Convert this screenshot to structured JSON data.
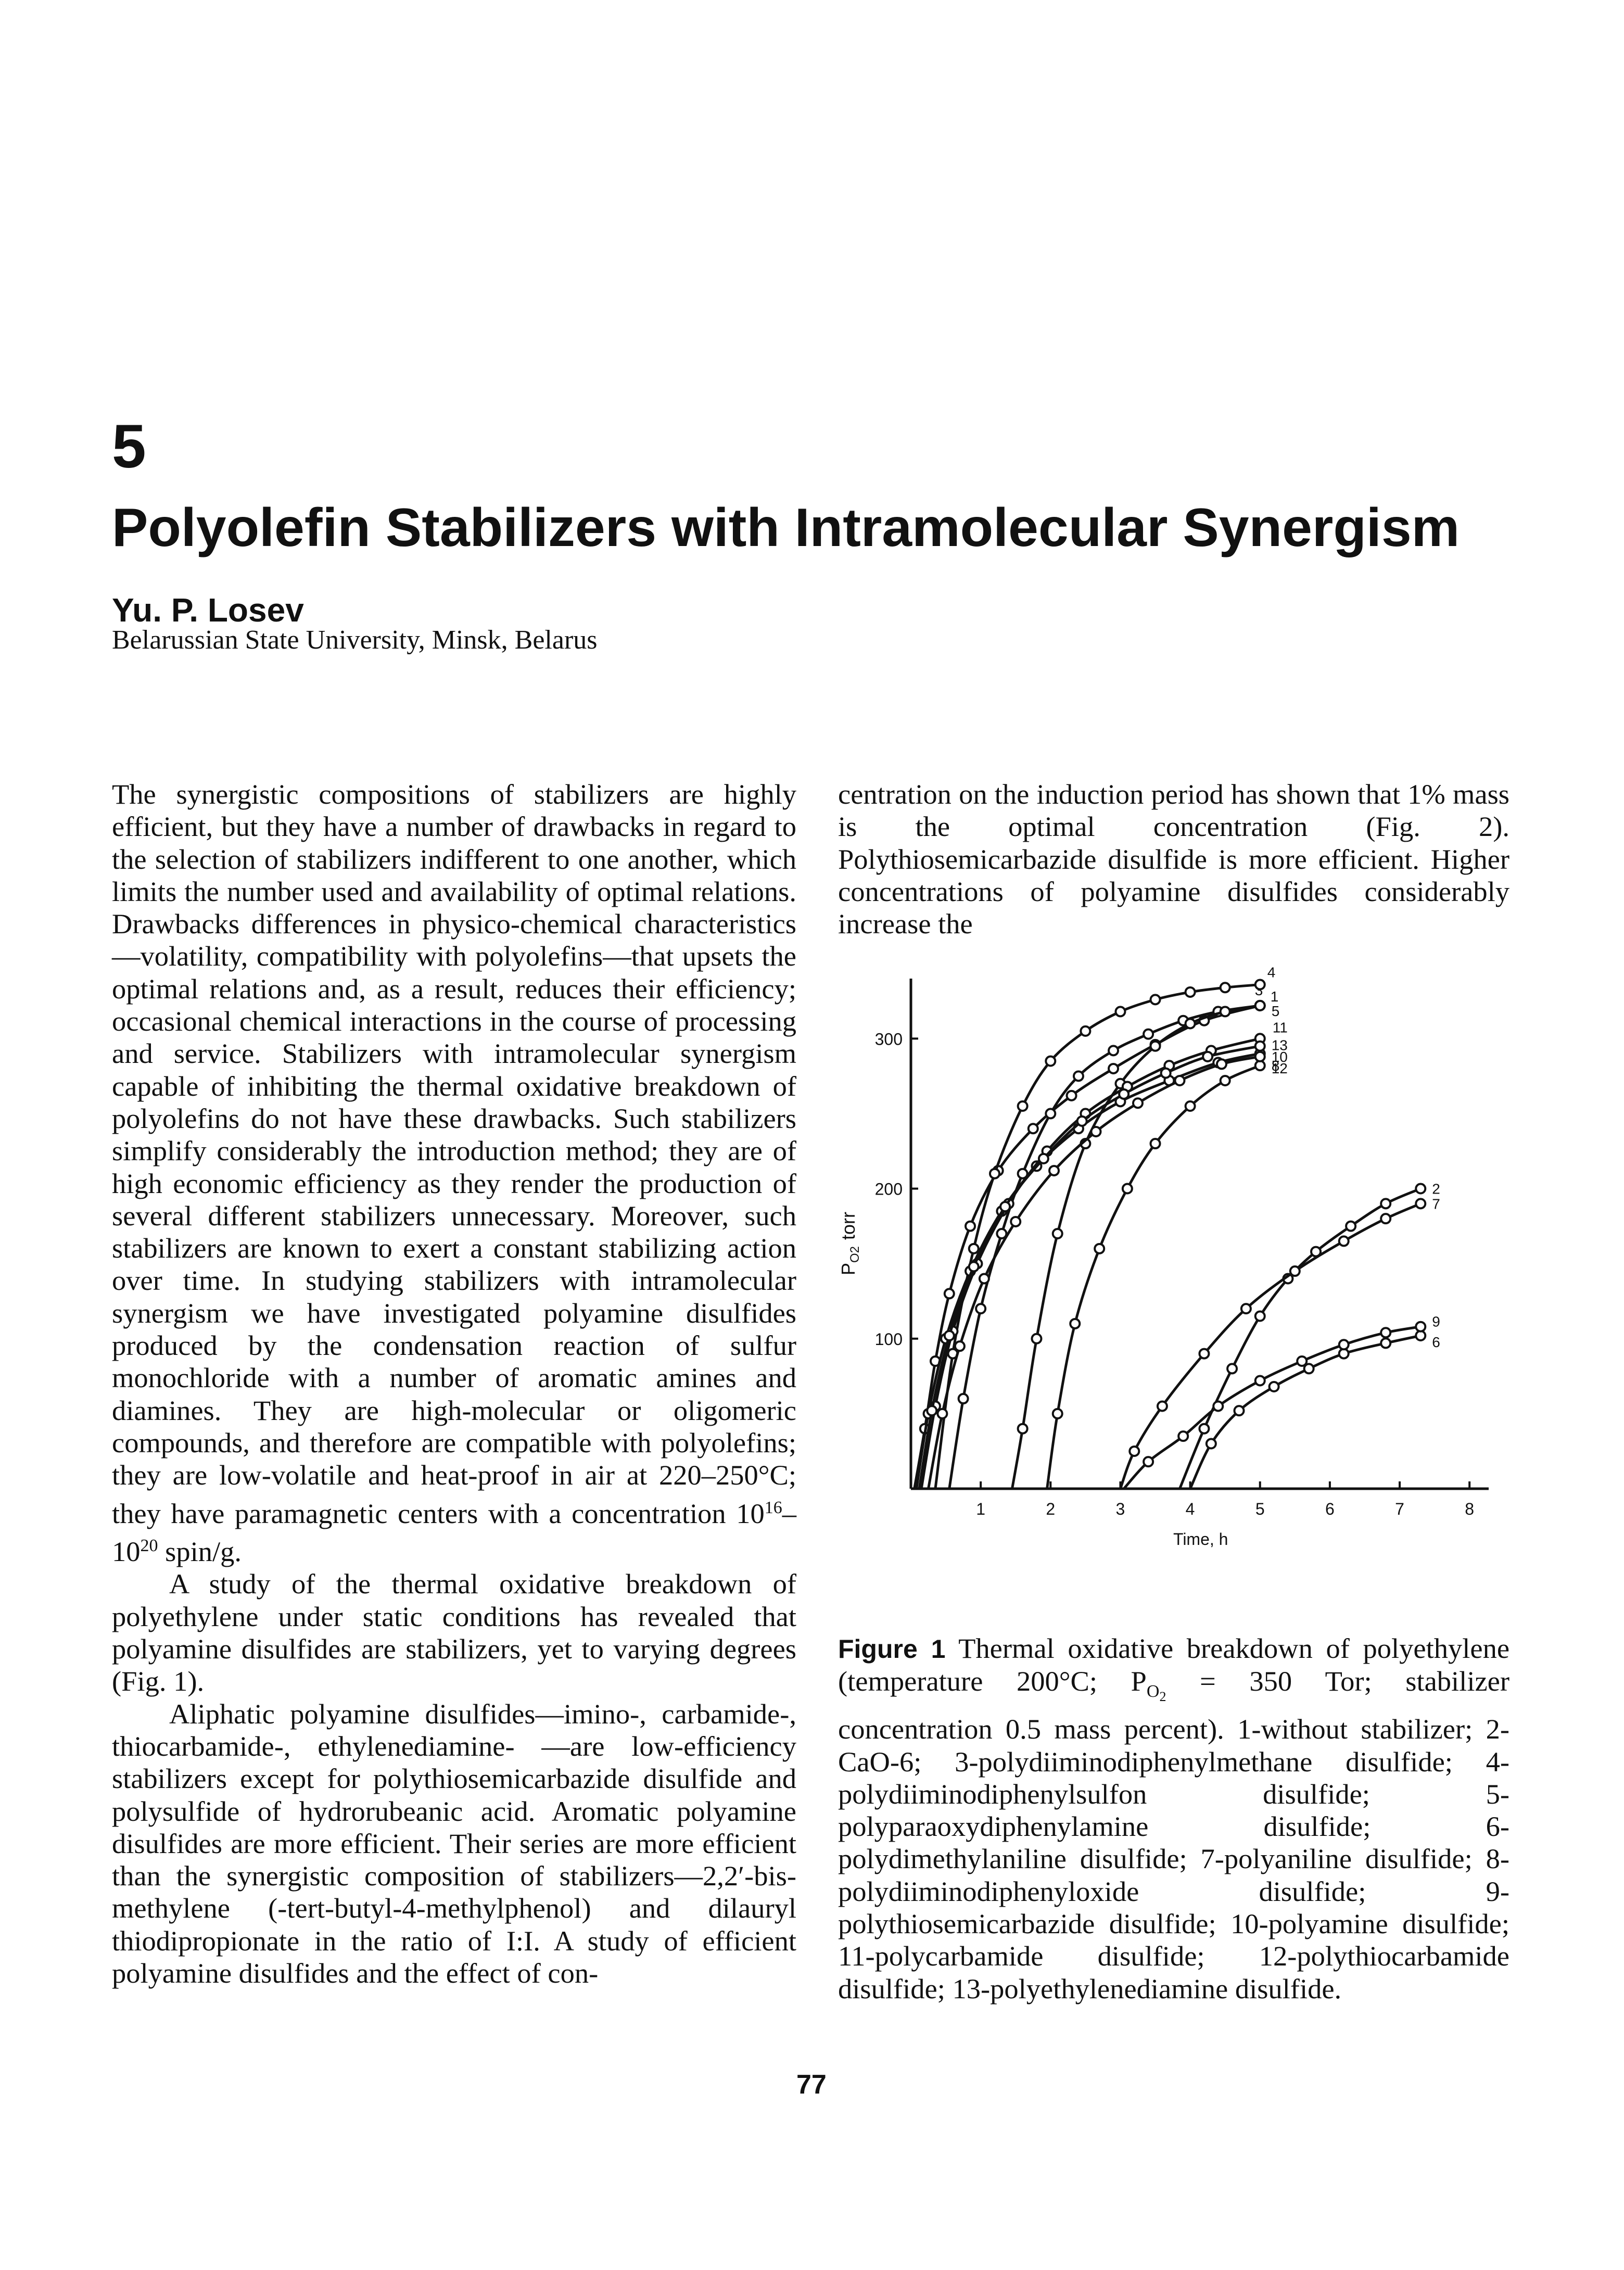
{
  "header": {
    "chapter_number": "5",
    "title": "Polyolefin Stabilizers with Intramolecular Synergism",
    "author": "Yu. P. Losev",
    "affiliation": "Belarussian State University, Minsk, Belarus"
  },
  "left_column": {
    "p1": "The synergistic compositions of stabilizers are highly efficient, but they have a number of drawbacks in regard to the selection of stabilizers indifferent to one another, which limits the number used and availability of optimal relations. Drawbacks differences in physico-chemical characteristics—volatility, compatibility with polyolefins—that upsets the optimal relations and, as a result, reduces their efficiency; occasional chemical interactions in the course of processing and service. Stabilizers with intramolecular synergism capable of inhibiting the thermal oxidative breakdown of polyolefins do not have these drawbacks. Such stabilizers simplify considerably the introduction method; they are of high economic efficiency as they render the production of several different stabilizers unnecessary. Moreover, such stabilizers are known to exert a constant stabilizing action over time. In studying stabilizers with intramolecular synergism we have investigated polyamine disulfides produced by the condensation reaction of sulfur monochloride with a number of aromatic amines and diamines. They are high-molecular or oligomeric compounds, and therefore are compatible with polyolefins; they are low-volatile and heat-proof in air at 220–250°C; they have paramagnetic centers with a concentration ",
    "p1_sup1": "16",
    "p1_dash": "–10",
    "p1_sup2": "20",
    "p1_end": " spin/g.",
    "p1_base": "10",
    "p2": "A study of the thermal oxidative breakdown of polyethylene under static conditions has revealed that polyamine disulfides are stabilizers, yet to varying degrees (Fig. 1).",
    "p3": "Aliphatic polyamine disulfides—imino-, carbamide-, thiocarbamide-, ethylenediamine- —are low-efficiency stabilizers except for polythiosemicarbazide disulfide and polysulfide of hydrorubeanic acid. Aromatic polyamine disulfides are more efficient. Their series are more efficient than the synergistic composition of stabilizers—2,2′-bis-methylene (-tert-butyl-4-methylphenol) and dilauryl thiodipropionate in the ratio of I:I. A study of efficient polyamine disulfides and the effect of con-"
  },
  "right_column": {
    "p1": "centration on the induction period has shown that 1% mass is the optimal concentration (Fig. 2). Polythiosemicarbazide disulfide is more efficient. Higher concentrations of polyamine disulfides considerably increase the"
  },
  "figure": {
    "label": "Figure 1",
    "caption_a": " Thermal oxidative breakdown of polyethylene (temperature 200°C; P",
    "caption_sub": "O",
    "caption_sub2": "2",
    "caption_b": " = 350 Tor; stabilizer concentration 0.5 mass percent). 1-without stabilizer; 2-CaO-6; 3-polydiiminodiphenylmethane disulfide; 4-polydiiminodiphenylsulfon disulfide; 5-polyparaoxydiphenylamine disulfide; 6-polydimethylaniline disulfide; 7-polyaniline disulfide; 8-polydiiminodiphenyloxide disulfide; 9-polythiosemicarbazide disulfide; 10-polyamine disulfide; 11-polycarbamide disulfide; 12-polythiocarbamide disulfide; 13-polyethylenediamine disulfide."
  },
  "page_number": "77",
  "chart_data": {
    "type": "line",
    "xlabel": "Time, h",
    "ylabel": "P",
    "ylabel_sub": "O2",
    "ylabel_unit": "torr",
    "xlim": [
      0,
      8.2
    ],
    "ylim": [
      0,
      340
    ],
    "x_ticks": [
      "1",
      "2",
      "3",
      "4",
      "5",
      "6",
      "7",
      "8"
    ],
    "y_ticks": [
      "100",
      "200",
      "300"
    ],
    "series": [
      {
        "name": "1",
        "points": [
          [
            0.05,
            0
          ],
          [
            0.2,
            40
          ],
          [
            0.35,
            85
          ],
          [
            0.55,
            130
          ],
          [
            0.85,
            175
          ],
          [
            1.25,
            212
          ],
          [
            1.75,
            240
          ],
          [
            2.3,
            262
          ],
          [
            2.9,
            280
          ],
          [
            3.5,
            296
          ],
          [
            4.2,
            312
          ],
          [
            5.0,
            322
          ]
        ]
      },
      {
        "name": "2",
        "points": [
          [
            3.85,
            0
          ],
          [
            4.2,
            40
          ],
          [
            4.6,
            80
          ],
          [
            5.0,
            115
          ],
          [
            5.4,
            140
          ],
          [
            5.8,
            158
          ],
          [
            6.3,
            175
          ],
          [
            6.8,
            190
          ],
          [
            7.3,
            200
          ]
        ]
      },
      {
        "name": "3",
        "points": [
          [
            0.55,
            0
          ],
          [
            0.75,
            60
          ],
          [
            1.0,
            120
          ],
          [
            1.3,
            170
          ],
          [
            1.6,
            210
          ],
          [
            2.0,
            250
          ],
          [
            2.4,
            275
          ],
          [
            2.9,
            292
          ],
          [
            3.4,
            303
          ],
          [
            3.9,
            312
          ],
          [
            4.4,
            318
          ],
          [
            5.0,
            322
          ]
        ]
      },
      {
        "name": "4",
        "points": [
          [
            0.35,
            0
          ],
          [
            0.6,
            90
          ],
          [
            0.9,
            160
          ],
          [
            1.2,
            210
          ],
          [
            1.6,
            255
          ],
          [
            2.0,
            285
          ],
          [
            2.5,
            305
          ],
          [
            3.0,
            318
          ],
          [
            3.5,
            326
          ],
          [
            4.0,
            331
          ],
          [
            4.5,
            334
          ],
          [
            5.0,
            336
          ]
        ]
      },
      {
        "name": "5",
        "points": [
          [
            1.45,
            0
          ],
          [
            1.6,
            40
          ],
          [
            1.8,
            100
          ],
          [
            2.1,
            170
          ],
          [
            2.5,
            230
          ],
          [
            3.0,
            270
          ],
          [
            3.5,
            295
          ],
          [
            4.0,
            310
          ],
          [
            4.5,
            318
          ],
          [
            5.0,
            322
          ]
        ]
      },
      {
        "name": "6",
        "points": [
          [
            4.0,
            0
          ],
          [
            4.3,
            30
          ],
          [
            4.7,
            52
          ],
          [
            5.2,
            68
          ],
          [
            5.7,
            80
          ],
          [
            6.2,
            90
          ],
          [
            6.8,
            97
          ],
          [
            7.3,
            102
          ]
        ]
      },
      {
        "name": "7",
        "points": [
          [
            3.0,
            0
          ],
          [
            3.2,
            25
          ],
          [
            3.6,
            55
          ],
          [
            4.2,
            90
          ],
          [
            4.8,
            120
          ],
          [
            5.5,
            145
          ],
          [
            6.2,
            165
          ],
          [
            6.8,
            180
          ],
          [
            7.3,
            190
          ]
        ]
      },
      {
        "name": "8",
        "points": [
          [
            1.95,
            0
          ],
          [
            2.1,
            50
          ],
          [
            2.35,
            110
          ],
          [
            2.7,
            160
          ],
          [
            3.1,
            200
          ],
          [
            3.5,
            230
          ],
          [
            4.0,
            255
          ],
          [
            4.5,
            272
          ],
          [
            5.0,
            282
          ]
        ]
      },
      {
        "name": "9",
        "points": [
          [
            3.05,
            0
          ],
          [
            3.4,
            18
          ],
          [
            3.9,
            35
          ],
          [
            4.4,
            55
          ],
          [
            5.0,
            72
          ],
          [
            5.6,
            85
          ],
          [
            6.2,
            96
          ],
          [
            6.8,
            104
          ],
          [
            7.3,
            108
          ]
        ]
      },
      {
        "name": "10",
        "points": [
          [
            0.08,
            0
          ],
          [
            0.25,
            50
          ],
          [
            0.5,
            100
          ],
          [
            0.85,
            145
          ],
          [
            1.3,
            185
          ],
          [
            1.8,
            215
          ],
          [
            2.4,
            240
          ],
          [
            3.0,
            258
          ],
          [
            3.7,
            272
          ],
          [
            4.4,
            284
          ],
          [
            5.0,
            290
          ]
        ]
      },
      {
        "name": "11",
        "points": [
          [
            0.15,
            0
          ],
          [
            0.35,
            55
          ],
          [
            0.6,
            105
          ],
          [
            0.95,
            150
          ],
          [
            1.4,
            190
          ],
          [
            1.95,
            225
          ],
          [
            2.5,
            250
          ],
          [
            3.1,
            268
          ],
          [
            3.7,
            282
          ],
          [
            4.3,
            292
          ],
          [
            5.0,
            300
          ]
        ]
      },
      {
        "name": "12",
        "points": [
          [
            0.25,
            0
          ],
          [
            0.45,
            50
          ],
          [
            0.7,
            95
          ],
          [
            1.05,
            140
          ],
          [
            1.5,
            178
          ],
          [
            2.05,
            212
          ],
          [
            2.65,
            238
          ],
          [
            3.25,
            257
          ],
          [
            3.85,
            272
          ],
          [
            4.45,
            283
          ],
          [
            5.0,
            288
          ]
        ]
      },
      {
        "name": "13",
        "points": [
          [
            0.12,
            0
          ],
          [
            0.3,
            52
          ],
          [
            0.55,
            102
          ],
          [
            0.9,
            148
          ],
          [
            1.35,
            188
          ],
          [
            1.9,
            220
          ],
          [
            2.45,
            245
          ],
          [
            3.05,
            263
          ],
          [
            3.65,
            277
          ],
          [
            4.25,
            288
          ],
          [
            5.0,
            295
          ]
        ]
      }
    ]
  }
}
